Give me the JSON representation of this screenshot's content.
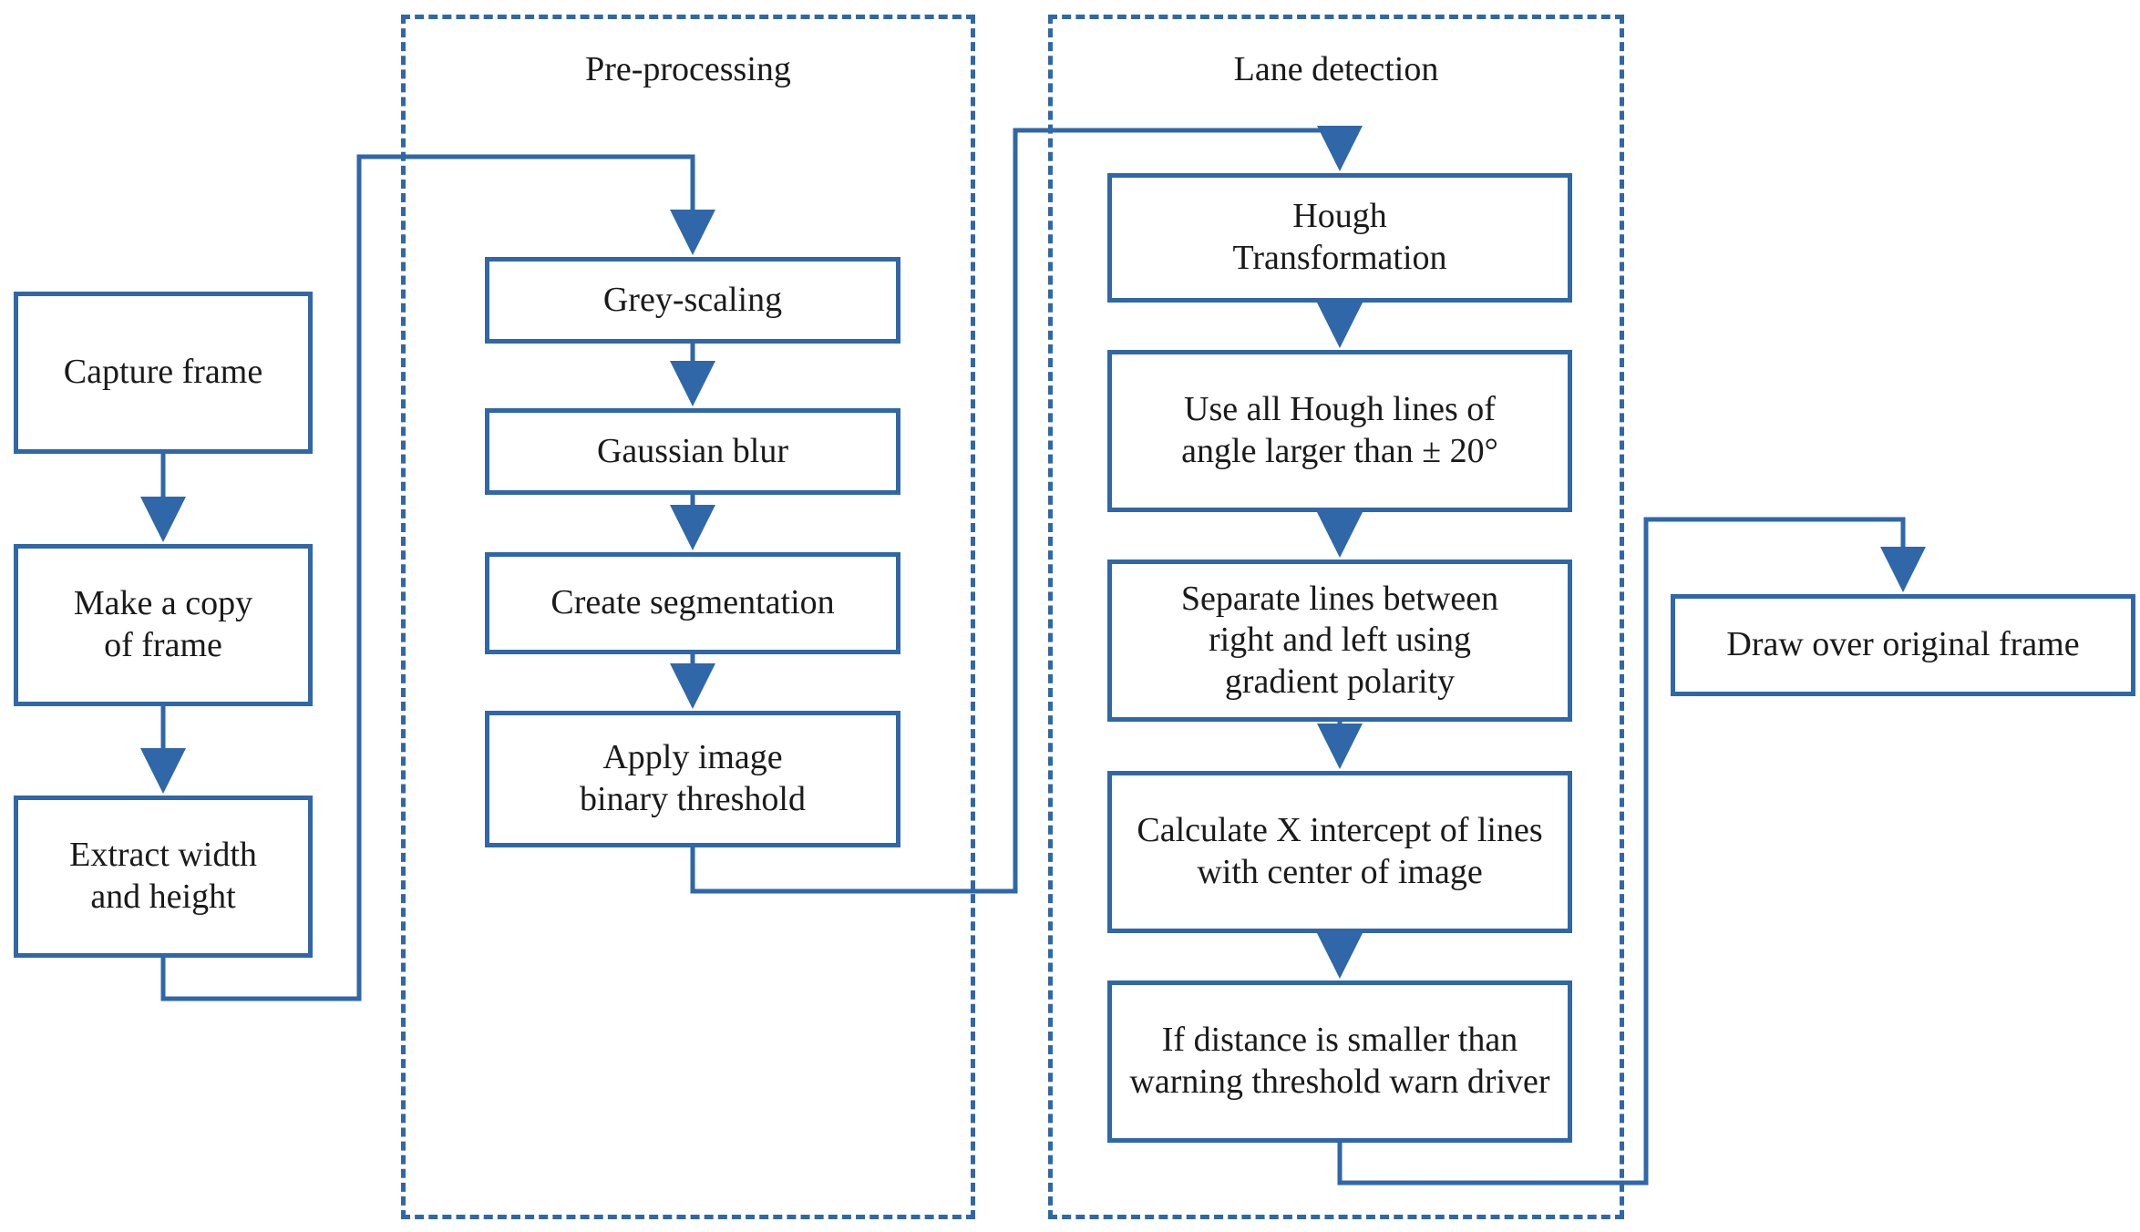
{
  "colors": {
    "stroke": "#2f67a8",
    "text": "#1a1a1a",
    "background": "#ffffff"
  },
  "groups": {
    "preprocessing": {
      "title": "Pre-processing"
    },
    "lane_detection": {
      "title": "Lane detection"
    }
  },
  "nodes": {
    "capture_frame": "Capture frame",
    "make_copy": "Make a copy\nof frame",
    "extract_size": "Extract width\nand height",
    "grey_scaling": "Grey-scaling",
    "gaussian_blur": "Gaussian blur",
    "create_segmentation": "Create segmentation",
    "binary_threshold": "Apply image\nbinary threshold",
    "hough_transform": "Hough\nTransformation",
    "hough_lines": "Use all Hough lines of\nangle larger than ± 20°",
    "separate_lines": "Separate lines between\nright and left using\ngradient polarity",
    "x_intercept": "Calculate X intercept of lines\nwith center of image",
    "warn_driver": "If distance is smaller than\nwarning threshold warn driver",
    "draw_frame": "Draw over original frame"
  },
  "edges": [
    [
      "capture_frame",
      "make_copy"
    ],
    [
      "make_copy",
      "extract_size"
    ],
    [
      "extract_size",
      "grey_scaling"
    ],
    [
      "grey_scaling",
      "gaussian_blur"
    ],
    [
      "gaussian_blur",
      "create_segmentation"
    ],
    [
      "create_segmentation",
      "binary_threshold"
    ],
    [
      "binary_threshold",
      "hough_transform"
    ],
    [
      "hough_transform",
      "hough_lines"
    ],
    [
      "hough_lines",
      "separate_lines"
    ],
    [
      "separate_lines",
      "x_intercept"
    ],
    [
      "x_intercept",
      "warn_driver"
    ],
    [
      "warn_driver",
      "draw_frame"
    ]
  ]
}
